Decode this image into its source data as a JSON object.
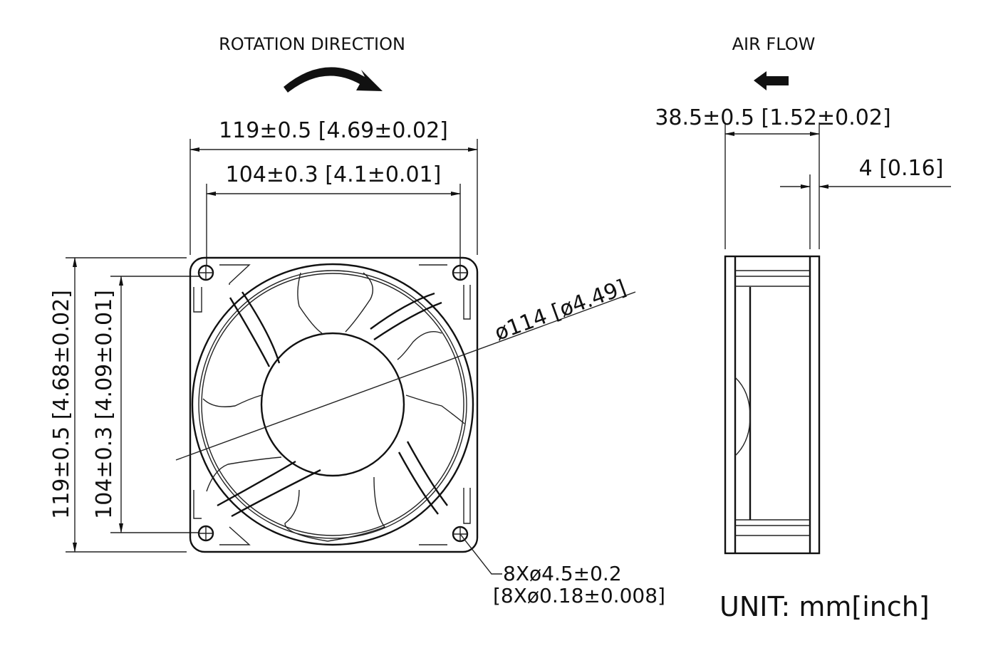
{
  "labels": {
    "rotation": "ROTATION DIRECTION",
    "airflow": "AIR FLOW",
    "width_outer": "119±0.5 [4.69±0.02]",
    "width_holes": "104±0.3 [4.1±0.01]",
    "height_outer": "119±0.5 [4.68±0.02]",
    "height_holes": "104±0.3 [4.09±0.01]",
    "diameter": "ø114 [ø4.49]",
    "holes_mm": "8Xø4.5±0.2",
    "holes_inch": "[8Xø0.18±0.008]",
    "depth": "38.5±0.5 [1.52±0.02]",
    "flange": "4 [0.16]",
    "unit": "UNIT: mm[inch]"
  },
  "colors": {
    "line": "#111111",
    "background": "#ffffff"
  }
}
